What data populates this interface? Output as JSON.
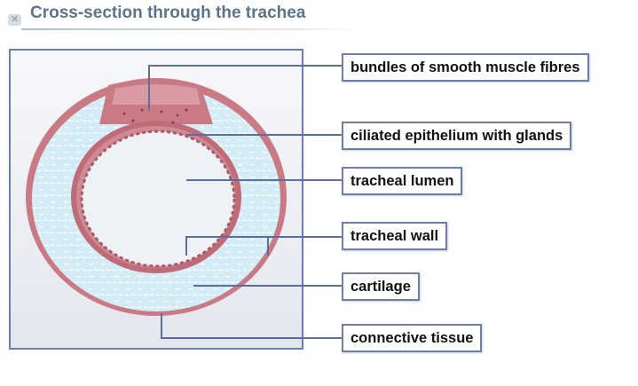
{
  "title": "Cross-section through the trachea",
  "close_icon": "close-icon",
  "labels": {
    "muscle": "bundles of smooth muscle fibres",
    "epithelium": "ciliated epithelium with glands",
    "lumen": "tracheal lumen",
    "wall": "tracheal wall",
    "cartilage": "cartilage",
    "connective": "connective tissue"
  },
  "colors": {
    "frame": "#6b7fa8",
    "tissue": "#c97a85",
    "cartilage": "#cfe9f4",
    "title": "#5a7490"
  }
}
